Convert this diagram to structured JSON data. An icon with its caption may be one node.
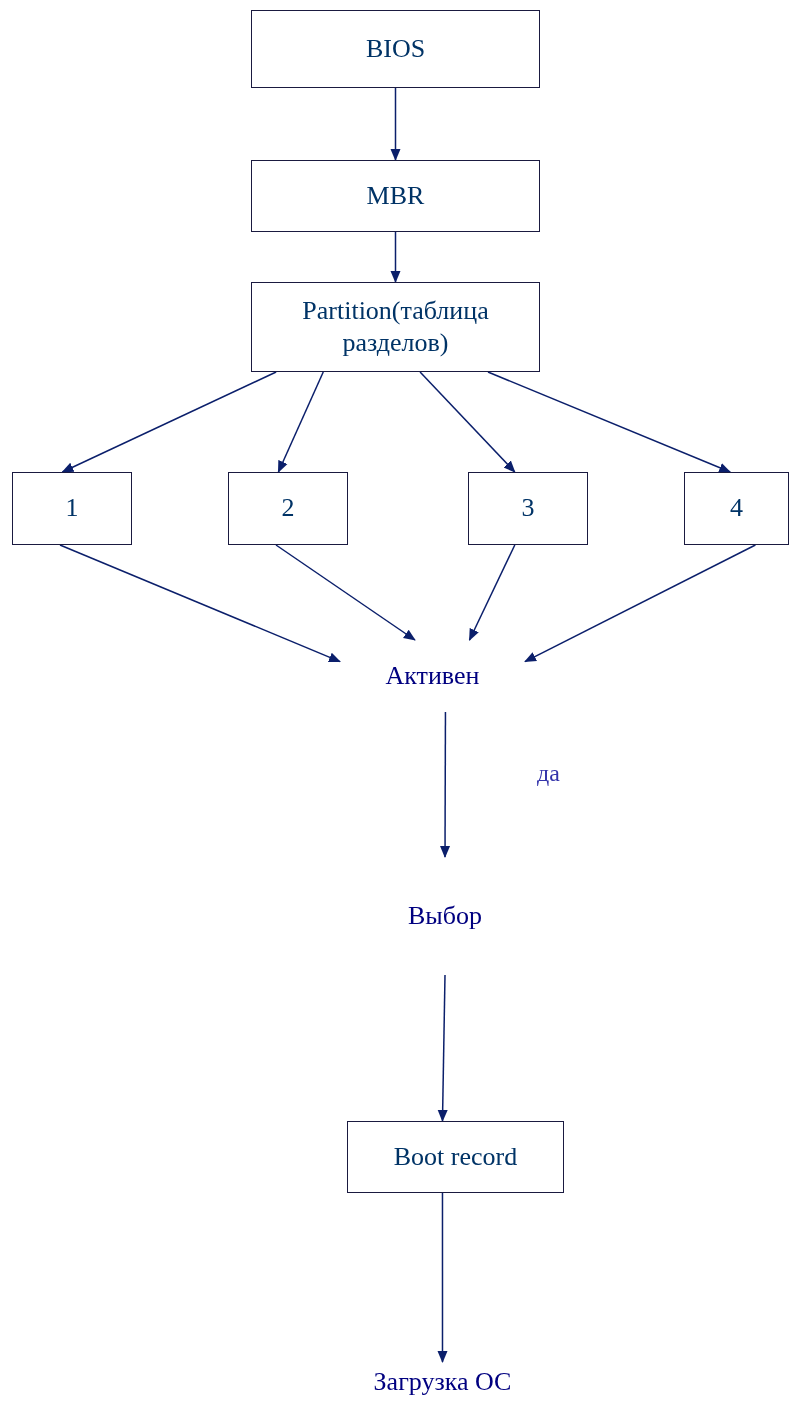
{
  "diagram": {
    "nodes": [
      {
        "text": [
          "BIOS"
        ]
      },
      {
        "text": [
          "MBR"
        ]
      },
      {
        "text": [
          "Partition(таблица разделов)"
        ]
      },
      {
        "text": [
          "1"
        ]
      },
      {
        "text": [
          "2"
        ]
      },
      {
        "text": [
          "3"
        ]
      },
      {
        "text": [
          "4"
        ]
      },
      {
        "text": [
          "Активен"
        ]
      },
      {
        "text": [
          "Выбор"
        ]
      },
      {
        "text": [
          "Boot record"
        ]
      },
      {
        "text": [
          "Загрузка ОС"
        ]
      }
    ],
    "edges": [
      {
        "from": 0,
        "to": 1,
        "arrow": "to"
      },
      {
        "from": 1,
        "to": 2,
        "arrow": "to"
      },
      {
        "from": 2,
        "to": 3,
        "arrow": "to"
      },
      {
        "from": 2,
        "to": 4,
        "arrow": "to"
      },
      {
        "from": 2,
        "to": 5,
        "arrow": "to"
      },
      {
        "from": 2,
        "to": 6,
        "arrow": "to"
      },
      {
        "from": 3,
        "to": 7,
        "arrow": "to"
      },
      {
        "from": 4,
        "to": 7,
        "arrow": "to"
      },
      {
        "from": 5,
        "to": 7,
        "arrow": "to"
      },
      {
        "from": 6,
        "to": 7,
        "arrow": "to"
      },
      {
        "from": 7,
        "to": 8,
        "label": "да",
        "arrow": "to"
      },
      {
        "from": 8,
        "to": 9,
        "arrow": "to"
      },
      {
        "from": 9,
        "to": 10,
        "arrow": "to"
      }
    ]
  }
}
